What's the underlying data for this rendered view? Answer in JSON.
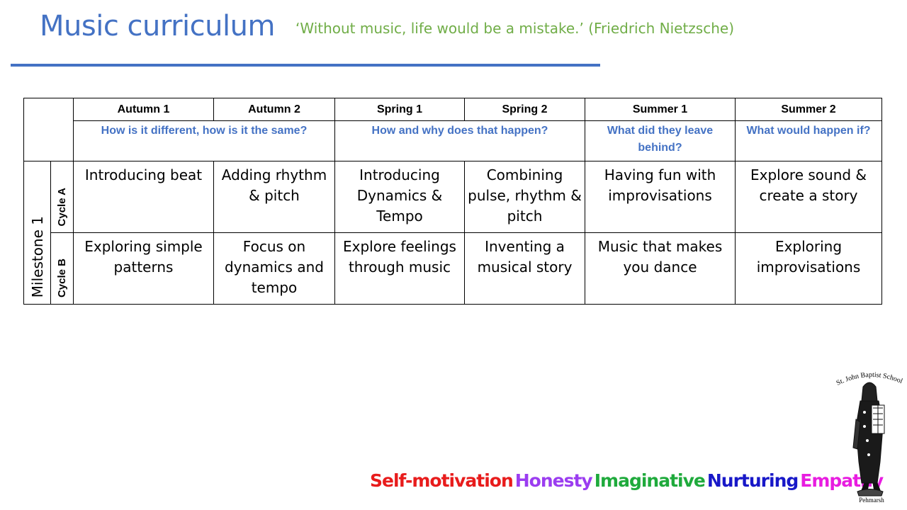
{
  "header": {
    "title": "Music curriculum",
    "quote": "‘Without music, life would be a mistake.’ (Friedrich Nietzsche)"
  },
  "table": {
    "terms": [
      "Autumn 1",
      "Autumn 2",
      "Spring 1",
      "Spring 2",
      "Summer 1",
      "Summer 2"
    ],
    "questions": [
      "How is it different, how is it the same?",
      "How and why does that happen?",
      "What did they leave behind?",
      "What would happen if?"
    ],
    "milestone": "Milestone 1",
    "cycles": [
      {
        "label": "Cycle A",
        "cells": [
          "Introducing beat",
          "Adding rhythm & pitch",
          "Introducing Dynamics & Tempo",
          "Combining pulse, rhythm & pitch",
          "Having fun with improvisations",
          "Explore sound & create a story"
        ]
      },
      {
        "label": "Cycle B",
        "cells": [
          "Exploring simple patterns",
          "Focus on dynamics and tempo",
          "Explore feelings through music",
          "Inventing a musical story",
          "Music that makes you dance",
          "Exploring improvisations"
        ]
      }
    ]
  },
  "values": [
    {
      "text": "Self-motivation",
      "color": "#e81c1c"
    },
    {
      "text": "Honesty",
      "color": "#9b3df0"
    },
    {
      "text": "Imaginative",
      "color": "#1faa3c"
    },
    {
      "text": "Nurturing",
      "color": "#1818c8"
    },
    {
      "text": "Empathy",
      "color": "#e81ce0"
    }
  ],
  "logo": {
    "top_text": "St. John Baptist School",
    "bottom_text": "Pehmarsh"
  }
}
